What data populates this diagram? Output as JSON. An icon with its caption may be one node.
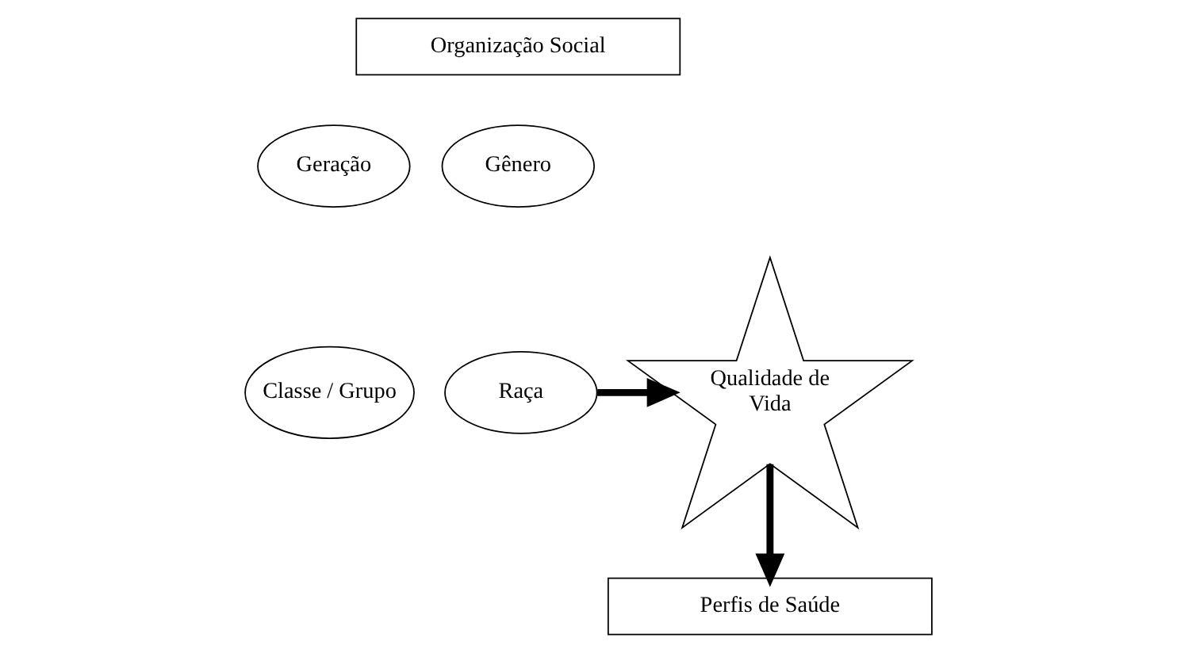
{
  "diagram": {
    "nodes": [
      {
        "text": [
          "Organização Social"
        ]
      },
      {
        "text": [
          "Gênero"
        ]
      },
      {
        "text": [
          "Geração"
        ]
      },
      {
        "text": [
          "Classe / Grupo"
        ]
      },
      {
        "text": [
          "Raça"
        ]
      },
      {
        "text": [
          "Qualidade de Vida"
        ]
      },
      {
        "text": [
          "Perfis de Saúde"
        ]
      }
    ],
    "edges": [
      {
        "from": 4,
        "to": 5,
        "arrow": "to"
      },
      {
        "from": 5,
        "to": 6,
        "arrow": "to"
      }
    ]
  }
}
